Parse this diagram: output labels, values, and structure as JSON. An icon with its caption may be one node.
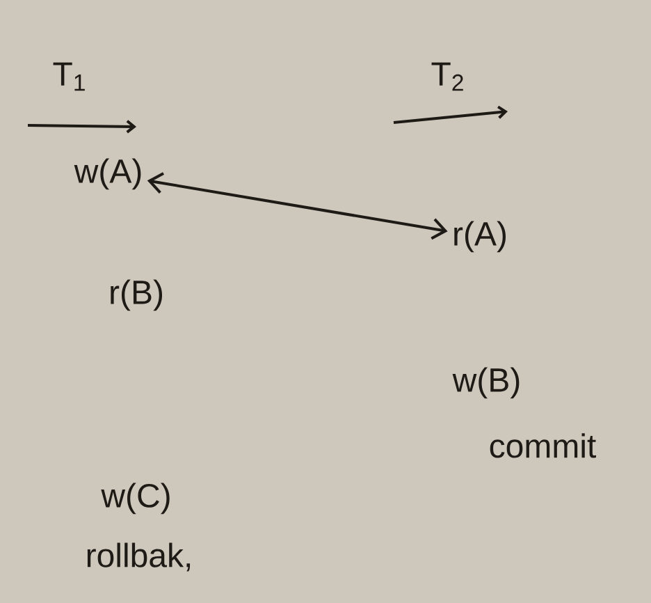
{
  "diagram": {
    "nodes": [
      {
        "text": [
          "w(A)"
        ]
      },
      {
        "text": [
          "r(A)"
        ]
      }
    ],
    "edges": [
      {
        "from": 0,
        "to": 1,
        "arrow": "both"
      }
    ],
    "labels": [
      "T$_{1}$",
      "T$_{2}$",
      "r(B)",
      "w(B)",
      "commit",
      "w(C)",
      "rollbak,"
    ]
  }
}
